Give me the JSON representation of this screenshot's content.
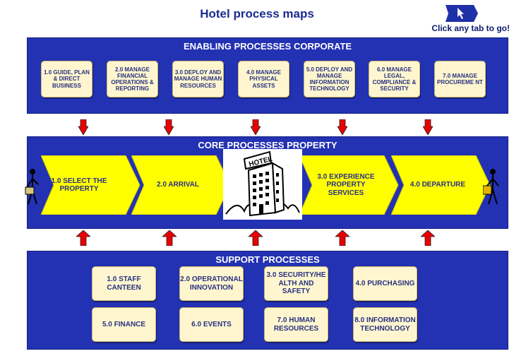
{
  "title": "Hotel process maps",
  "cta": "Click any tab to go!",
  "corporate": {
    "title": "ENABLING PROCESSES CORPORATE",
    "items": [
      "1.0 GUIDE, PLAN & DIRECT BUSINESS",
      "2.0 MANAGE FINANCIAL OPERATIONS & REPORTING",
      "3.0 DEPLOY AND MANAGE HUMAN RESOURCES",
      "4.0 MANAGE PHYSICAL ASSETS",
      "5.0 DEPLOY AND MANAGE INFORMATION TECHNOLOGY",
      "6.0 MANAGE LEGAL, COMPLIANCE & SECURITY",
      "7.0 MANAGE PROCUREME NT"
    ]
  },
  "core": {
    "title": "CORE PROCESSES PROPERTY",
    "steps": [
      "1.0 SELECT THE PROPERTY",
      "2.0 ARRIVAL",
      "3.0 EXPERIENCE PROPERTY SERVICES",
      "4.0 DEPARTURE"
    ],
    "hotel_sign": "HOTEL"
  },
  "support": {
    "title": "SUPPORT PROCESSES",
    "items": [
      "1.0 STAFF CANTEEN",
      "2.0 OPERATIONAL INNOVATION",
      "3.0 SECURITY/HE ALTH AND SAFETY",
      "4.0 PURCHASING",
      "5.0 FINANCE",
      "6.0 EVENTS",
      "7.0 HUMAN RESOURCES",
      "8.0 INFORMATION TECHNOLOGY"
    ]
  },
  "colors": {
    "band": "#2331b3",
    "chevron": "#ffff00",
    "box": "#fff6d0",
    "arrow": "#e80000",
    "title": "#1d2b8f"
  },
  "icons": [
    "cursor-icon",
    "down-arrow-icon",
    "up-arrow-icon",
    "walking-guest-icon",
    "hotel-building-icon"
  ]
}
